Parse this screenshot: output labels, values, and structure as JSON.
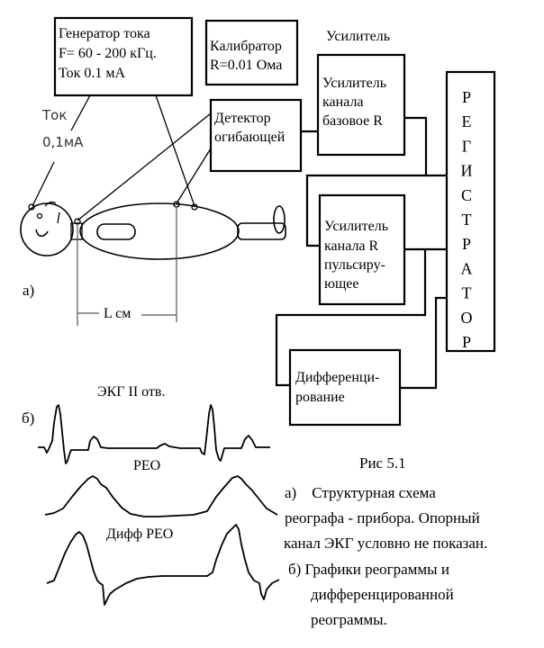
{
  "generator": {
    "lines": [
      "Генератор тока",
      "F= 60 - 200 кГц.",
      "Ток 0.1 мА"
    ]
  },
  "calibrator": {
    "lines": [
      "Калибратор",
      "R=0.01 Ома"
    ]
  },
  "amplifier_header": "Усилитель",
  "detector": {
    "lines": [
      "Детектор",
      "огибающей"
    ]
  },
  "amp_base": {
    "lines": [
      "Усилитель",
      "канала",
      "базовое R"
    ]
  },
  "amp_pulse": {
    "lines": [
      "Усилитель",
      "канала R",
      "пульсиру-",
      "ющее"
    ]
  },
  "differentiator": {
    "lines": [
      "Дифференци-",
      "рование"
    ]
  },
  "registrator": {
    "letters": [
      "Р",
      "Е",
      "Г",
      "И",
      "С",
      "Т",
      "Р",
      "А",
      "Т",
      "О",
      "Р"
    ]
  },
  "current_label": {
    "line1": "Ток",
    "line2": "0,1мА"
  },
  "length_label": "L см",
  "panel_a_label": "а)",
  "panel_b_label": "б)",
  "traces": {
    "ecg_label": "ЭКГ II отв.",
    "reo_label": "РЕО",
    "diff_reo_label": "Дифф  РЕО"
  },
  "caption": {
    "figure": "Рис 5.1",
    "lines": [
      "а)    Структурная схема",
      "реографа - прибора. Опорный",
      "канал ЭКГ условно не показан.",
      "б) Графики реограммы и",
      "дифференцированной",
      "реограммы."
    ]
  }
}
